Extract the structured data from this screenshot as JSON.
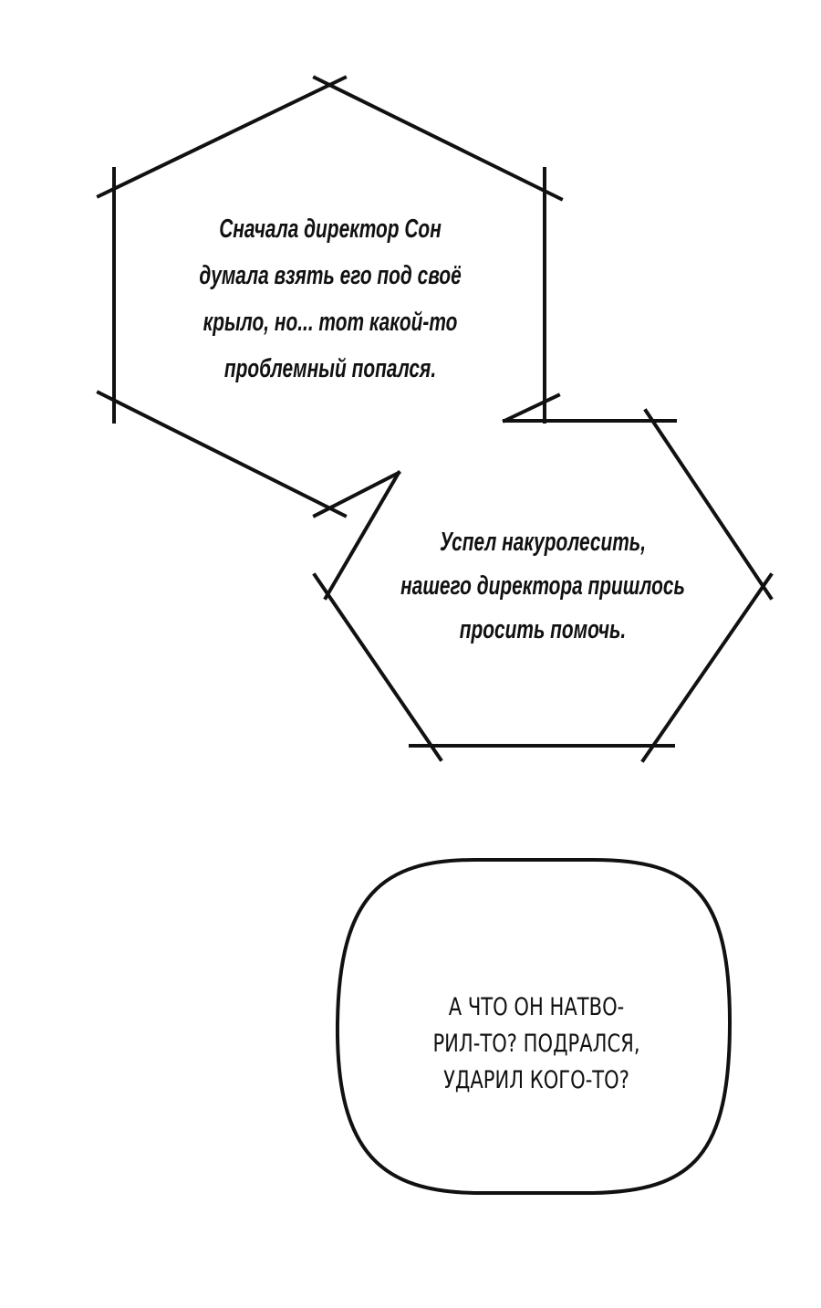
{
  "bubbles": [
    {
      "lines": [
        "Сначала директор Сон",
        "думала взять его под своё",
        "крыло, но... тот какой-то",
        "проблемный попался."
      ]
    },
    {
      "lines": [
        "Успел накуролесить,",
        "нашего директора пришлось",
        "просить помочь."
      ]
    },
    {
      "lines": [
        "А что он натво-",
        "рил-то? Подрался,",
        "ударил кого-то?"
      ]
    }
  ],
  "colors": {
    "ink": "#111111",
    "background": "#ffffff"
  }
}
